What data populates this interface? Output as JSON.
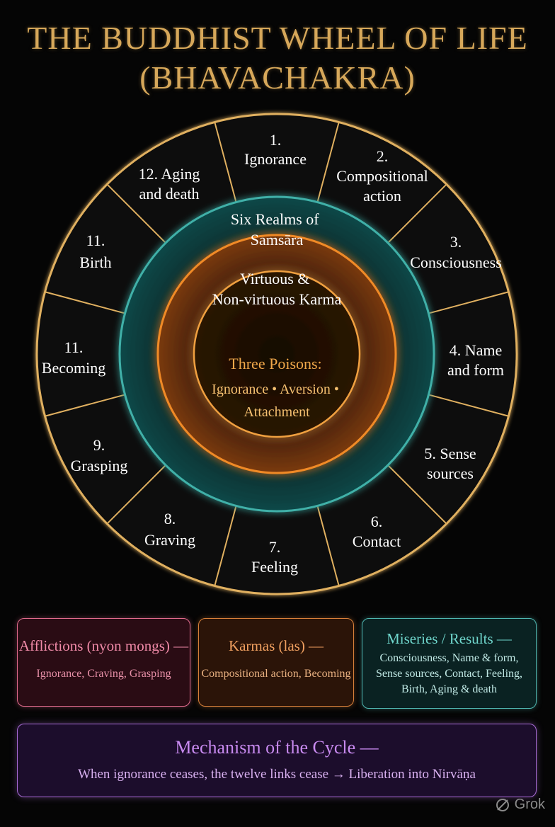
{
  "title": {
    "line1": "THE BUDDHIST WHEEL OF LIFE",
    "line2": "(BHAVACHAKRA)"
  },
  "wheel": {
    "links": [
      {
        "line1": "1.",
        "line2": "Ignorance"
      },
      {
        "line1": "2.",
        "line2": "Compositional",
        "line3": "action"
      },
      {
        "line1": "3.",
        "line2": "Consciousness"
      },
      {
        "line1": "4. Name",
        "line2": "and form"
      },
      {
        "line1": "5. Sense",
        "line2": "sources"
      },
      {
        "line1": "6.",
        "line2": "Contact"
      },
      {
        "line1": "7.",
        "line2": "Feeling"
      },
      {
        "line1": "8.",
        "line2": "Graving"
      },
      {
        "line1": "9.",
        "line2": "Grasping"
      },
      {
        "line1": "11.",
        "line2": "Becoming"
      },
      {
        "line1": "11.",
        "line2": "Birth"
      },
      {
        "line1": "12. Aging",
        "line2": "and death"
      }
    ],
    "realms": {
      "line1": "Six Realms of",
      "line2": "Samsāra"
    },
    "karma": {
      "line1": "Virtuous &",
      "line2": "Non-virtuous Karma"
    },
    "poisons": {
      "line1": "Three Poisons:",
      "line2": "Ignorance • Aversion •",
      "line3": "Attachment"
    }
  },
  "boxes": {
    "afflictions": {
      "head": "Afflictions (nyon mongs) —",
      "body": "Ignorance, Craving, Grasping"
    },
    "karmas": {
      "head": "Karmas (las) —",
      "body": "Compositional action, Becoming"
    },
    "miseries": {
      "head": "Miseries / Results —",
      "body1": "Consciousness, Name & form,",
      "body2": "Sense sources, Contact, Feeling,",
      "body3": "Birth, Aging & death"
    },
    "mechanism": {
      "head": "Mechanism of the Cycle —",
      "body": "When ignorance ceases, the twelve links cease → Liberation into Nirvāṇa"
    }
  },
  "watermark": "Grok",
  "colors": {
    "gold": "#d7a85a",
    "teal": "#4fb6b0",
    "orange": "#e08a2e",
    "pink": "#e06a8c",
    "purple": "#a86bd6"
  }
}
